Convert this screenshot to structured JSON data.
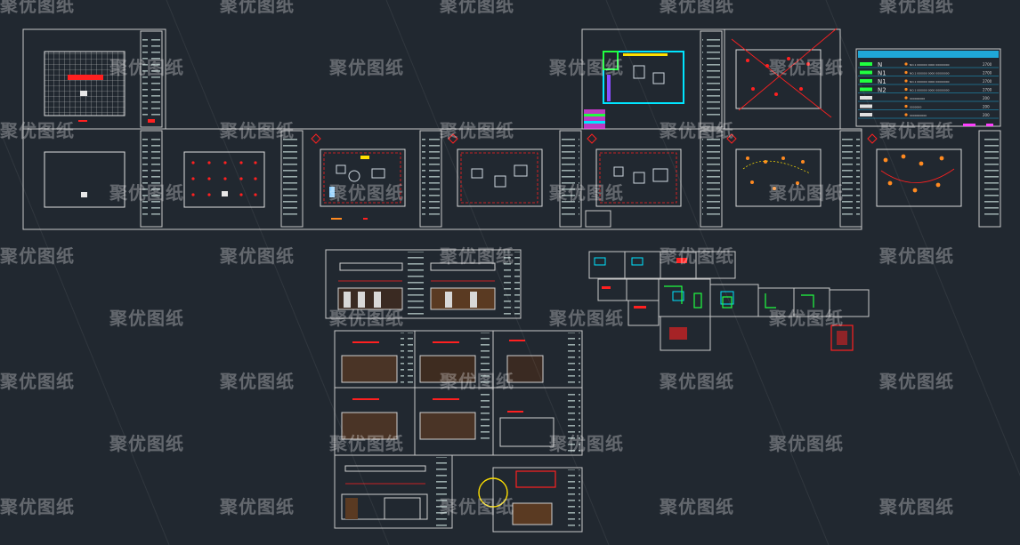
{
  "app": {
    "watermark_text": "聚优图纸"
  },
  "colors": {
    "background": "#212830",
    "sheet_border": "#c8c8c8",
    "accent_red": "#ff2020",
    "accent_cyan": "#00e5ff",
    "accent_yellow": "#ffe000",
    "accent_green": "#20ff40",
    "accent_magenta": "#ff40ff",
    "accent_orange": "#ff8a20"
  },
  "legend_table": {
    "rows": [
      {
        "code": "N",
        "desc": "NO.1 000000 0000 00000000",
        "qty": "2700"
      },
      {
        "code": "N1",
        "desc": "NO.1 000000 0000 00000000",
        "qty": "2700"
      },
      {
        "code": "N1",
        "desc": "NO.1 000000 0000 00000000",
        "qty": "2700"
      },
      {
        "code": "N2",
        "desc": "NO.1 000000 0000 00000000",
        "qty": "2700"
      },
      {
        "code": "",
        "desc": "000000000",
        "qty": "200"
      },
      {
        "code": "",
        "desc": "0000000",
        "qty": "200"
      },
      {
        "code": "",
        "desc": "0000000000",
        "qty": "200"
      }
    ]
  }
}
